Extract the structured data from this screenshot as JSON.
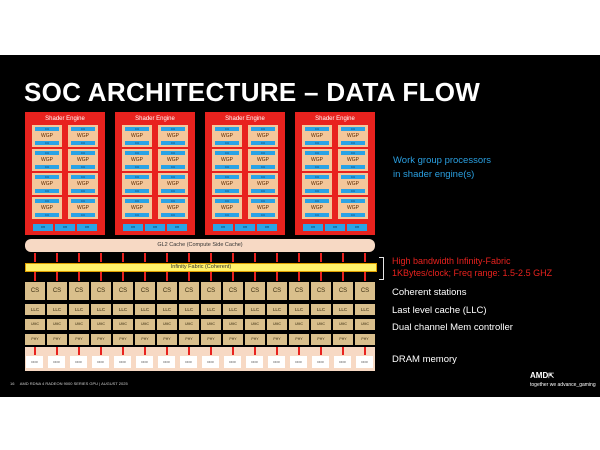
{
  "slide": {
    "title": "SOC ARCHITECTURE – DATA FLOW",
    "footer": "AMD RDNA 4 RADEON 9000 SERIES GPU | AUGUST 2025",
    "page_number": "16",
    "brand": {
      "logo": "AMD",
      "tagline": "together we advance_gaming"
    }
  },
  "colors": {
    "background": "#000000",
    "shader_engine": "#e8221e",
    "wgp": "#f4c79a",
    "cu": "#2aa3e6",
    "memory_block": "#d9bf8c",
    "fabric": "#fff36b",
    "label_blue": "#2a9fe0",
    "label_red": "#e8221e"
  },
  "diagram": {
    "shader_engine_label": "Shader Engine",
    "wgp_label": "WGP",
    "cu_label": "CU",
    "rb_label": "RB",
    "gl2_label": "GL2 Cache (Compute Side Cache)",
    "fabric_label": "Infinity Fabric (Coherent)",
    "cs_label": "CS",
    "llc_label": "LLC",
    "umc_label": "UMC",
    "phy_label": "PHY",
    "dram_label": "DDR"
  },
  "annotations": {
    "wgp_line1": "Work group processors",
    "wgp_line2": "in shader engine(s)",
    "fabric_line1": "High bandwidth Infinity-Fabric",
    "fabric_line2": "1KBytes/clock; Freq range: 1.5-2.5 GHZ",
    "coherent": "Coherent stations",
    "llc": "Last level cache (LLC)",
    "memctl": "Dual channel Mem controller",
    "dram": "DRAM memory"
  }
}
